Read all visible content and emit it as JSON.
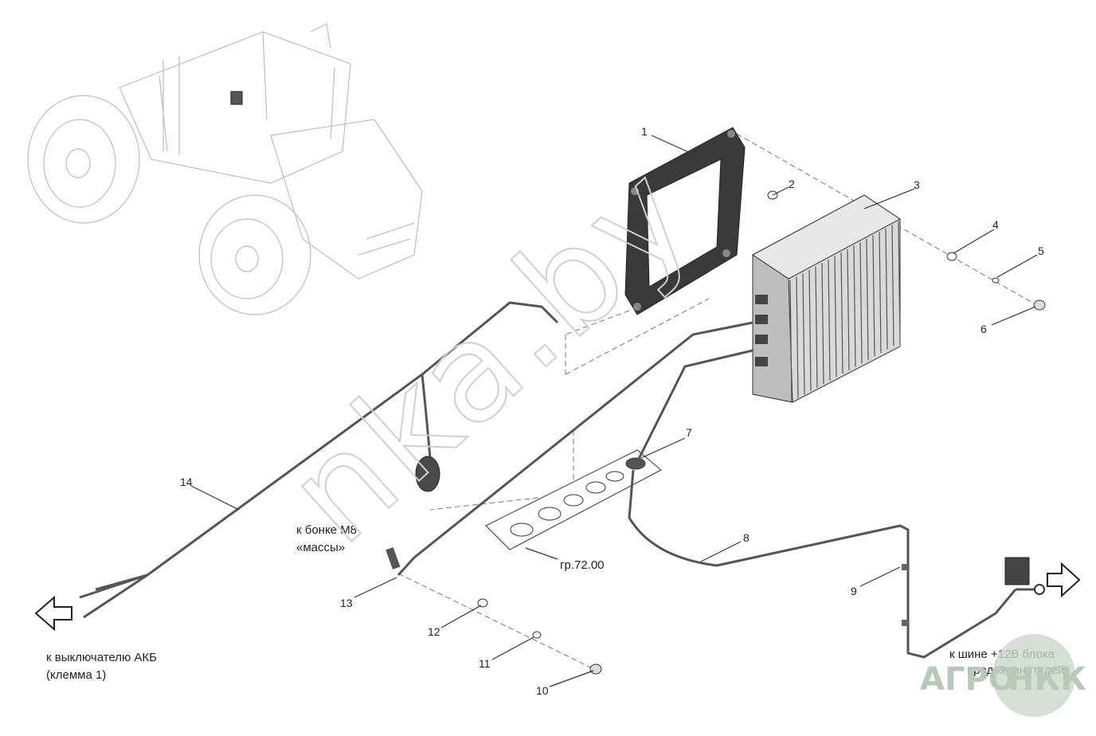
{
  "callouts": [
    "1",
    "2",
    "3",
    "4",
    "5",
    "6",
    "7",
    "8",
    "9",
    "10",
    "11",
    "12",
    "13",
    "14"
  ],
  "notes": {
    "boss_line1": "к бонке М8",
    "boss_line2": "«массы»",
    "group_ref": "гр.72.00",
    "battery_line1": "к выключателю АКБ",
    "battery_line2": "(клемма 1)",
    "bus_line1": "к шине +12В блока",
    "bus_line2": "предохранителей"
  },
  "watermark": "nka.by",
  "logo": {
    "left": "АГРО",
    "right": "НКК"
  },
  "colors": {
    "line": "#333333",
    "part_dark": "#3a3a3a",
    "fins": "#555555",
    "logo": "#b7c9b7"
  }
}
